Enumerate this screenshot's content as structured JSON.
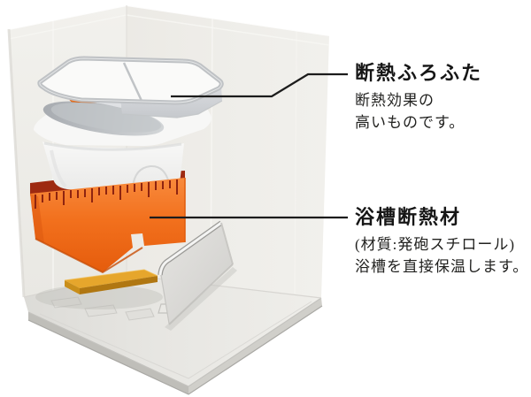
{
  "callouts": {
    "lid": {
      "title": "断熱ふろふた",
      "desc_line1": "断熱効果の",
      "desc_line2": "高いものです。"
    },
    "tub_insulation": {
      "title": "浴槽断熱材",
      "desc_line1": "(材質:発砲スチロール)",
      "desc_line2": "浴槽を直接保温します。"
    }
  },
  "colors": {
    "insulation_orange": "#f2701d",
    "insulation_rim_red": "#9e2a11",
    "floor_insulation_yellow": "#e6a62c",
    "leader_line": "#1c1c1c",
    "wall_gray": "#efeeea",
    "floor_gray": "#e7e6e2",
    "text": "#1b1b1b"
  }
}
